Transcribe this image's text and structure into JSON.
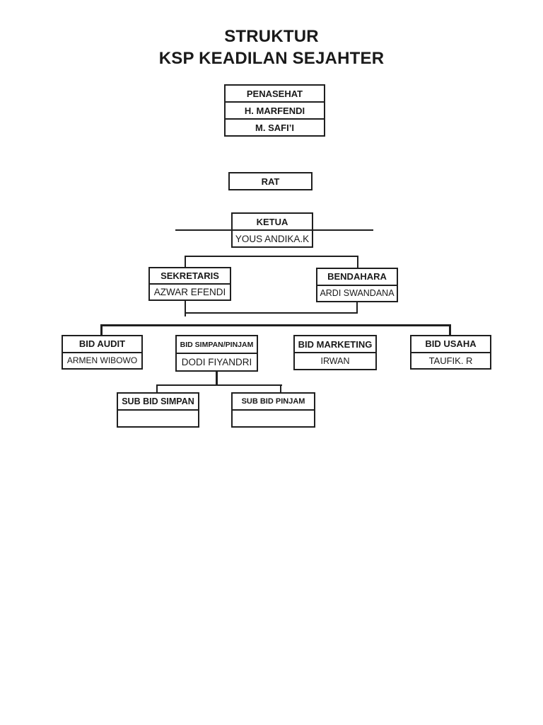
{
  "title": {
    "line1": "STRUKTUR",
    "line2": "KSP KEADILAN SEJAHTER"
  },
  "org": {
    "type": "org-chart",
    "nodes": {
      "penasehat": {
        "title": "PENASEHAT",
        "members": [
          "H. MARFENDI",
          "M. SAFI’I"
        ]
      },
      "rat": {
        "title": "RAT"
      },
      "ketua": {
        "title": "KETUA",
        "name": "YOUS ANDIKA.K"
      },
      "sekretaris": {
        "title": "SEKRETARIS",
        "name": "AZWAR EFENDI"
      },
      "bendahara": {
        "title": "BENDAHARA",
        "name": "ARDI SWANDANA"
      },
      "bid_audit": {
        "title": "BID AUDIT",
        "name": "ARMEN WIBOWO"
      },
      "bid_simpan_pinjam": {
        "title": "BID SIMPAN/PINJAM",
        "name": "DODI FIYANDRI"
      },
      "bid_marketing": {
        "title": "BID MARKETING",
        "name": "IRWAN"
      },
      "bid_usaha": {
        "title": "BID USAHA",
        "name": "TAUFIK. R"
      },
      "sub_bid_simpan": {
        "title": "SUB BID SIMPAN",
        "name": ""
      },
      "sub_bid_pinjam": {
        "title": "SUB BID PINJAM",
        "name": ""
      }
    },
    "edges": [
      [
        "ketua",
        "sekretaris"
      ],
      [
        "ketua",
        "bendahara"
      ],
      [
        "sekretaris+bendahara",
        "bid_audit"
      ],
      [
        "sekretaris+bendahara",
        "bid_usaha"
      ],
      [
        "bid_simpan_pinjam",
        "sub_bid_simpan"
      ],
      [
        "bid_simpan_pinjam",
        "sub_bid_pinjam"
      ]
    ]
  },
  "colors": {
    "line": "#1f1f1f",
    "box_border": "#1f1f1f",
    "background": "#ffffff",
    "text": "#1a1a1a"
  }
}
